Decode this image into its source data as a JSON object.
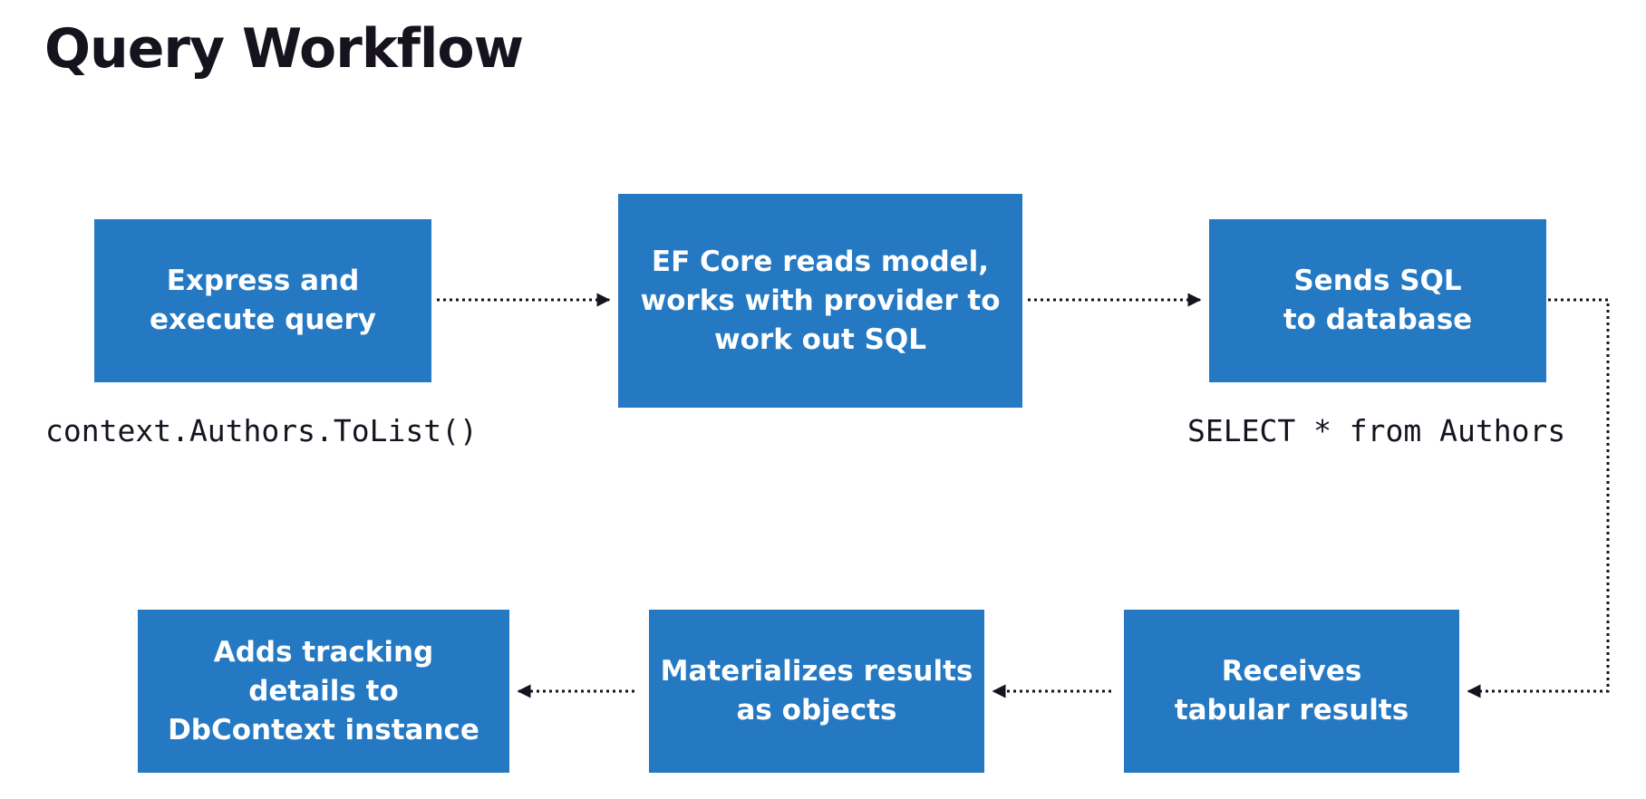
{
  "title": "Query Workflow",
  "steps": [
    {
      "label": "Express and\nexecute query"
    },
    {
      "label": "EF Core reads model,\nworks with provider to\nwork out SQL"
    },
    {
      "label": "Sends SQL\nto database"
    },
    {
      "label": "Receives\ntabular results"
    },
    {
      "label": "Materializes results\nas objects"
    },
    {
      "label": "Adds tracking\ndetails to\nDbContext instance"
    }
  ],
  "code_samples": {
    "query": "context.Authors.ToList()",
    "sql": "SELECT * from Authors"
  },
  "colors": {
    "box": "#2479c2",
    "box_text": "#ffffff",
    "text": "#16131f",
    "connector": "#16131f"
  }
}
